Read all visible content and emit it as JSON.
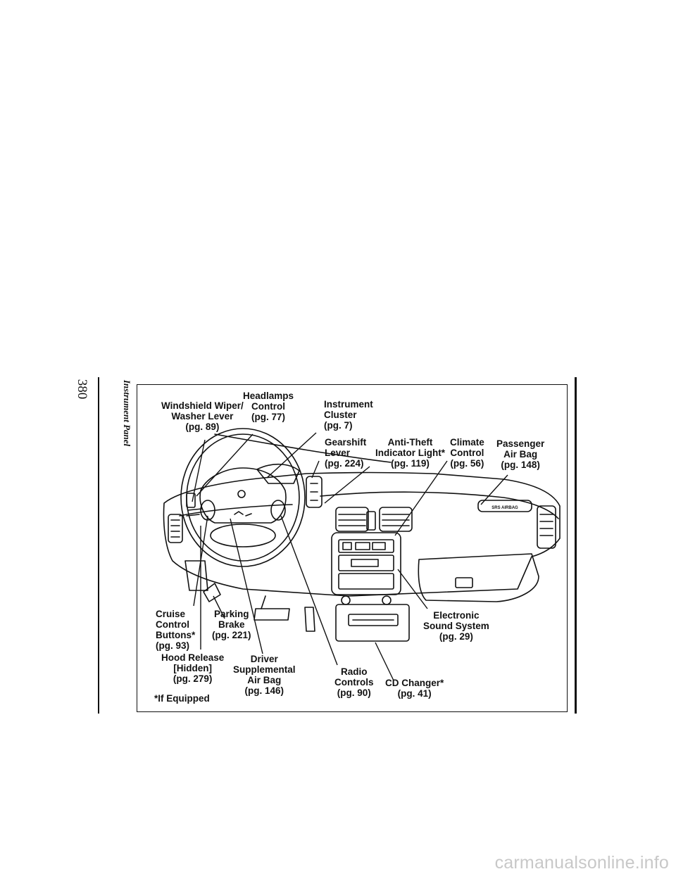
{
  "page": {
    "number": "380",
    "section_title": "Instrument  Panel"
  },
  "callouts": {
    "windshield_wiper": "Windshield Wiper/\nWasher Lever\n(pg. 89)",
    "headlamps": "Headlamps\nControl\n(pg. 77)",
    "instrument_cluster": "Instrument\nCluster\n(pg. 7)",
    "gearshift": "Gearshift\nLever\n(pg. 224)",
    "anti_theft": "Anti-Theft\nIndicator Light*\n(pg. 119)",
    "climate_control": "Climate\nControl\n(pg. 56)",
    "passenger_airbag": "Passenger\nAir Bag\n(pg. 148)",
    "cruise_control": "Cruise\nControl\nButtons*\n(pg. 93)",
    "parking_brake": "Parking\nBrake\n(pg. 221)",
    "hood_release": "Hood Release\n[Hidden]\n(pg. 279)",
    "driver_airbag": "Driver\nSupplemental\nAir Bag\n(pg. 146)",
    "radio_controls": "Radio\nControls\n(pg. 90)",
    "cd_changer": "CD Changer*\n(pg. 41)",
    "electronic_sound": "Electronic\nSound System\n(pg. 29)",
    "footnote": "*If Equipped"
  },
  "illustration": {
    "dash_badge": "SRS AIRBAG"
  },
  "watermark": "carmanualsonline.info"
}
